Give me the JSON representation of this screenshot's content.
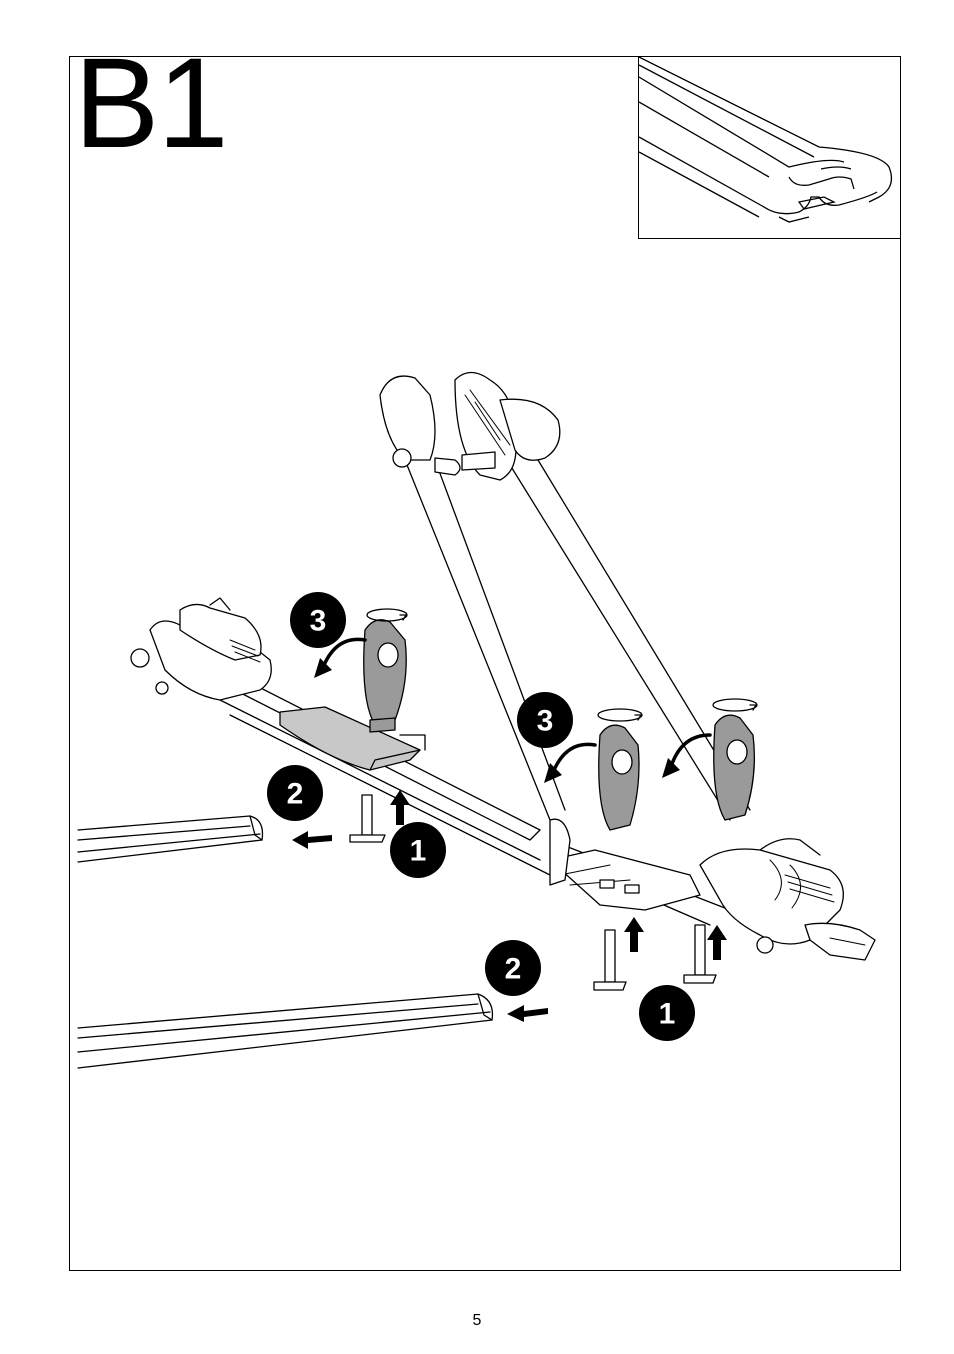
{
  "step_title": "B1",
  "page_number": "5",
  "callouts": {
    "one_a": "1",
    "one_b": "1",
    "two_a": "2",
    "two_b": "2",
    "three_a": "3",
    "three_b": "3"
  },
  "colors": {
    "ink": "#000000",
    "hilite": "#c8c8c8",
    "shade": "#7a7a7a"
  }
}
